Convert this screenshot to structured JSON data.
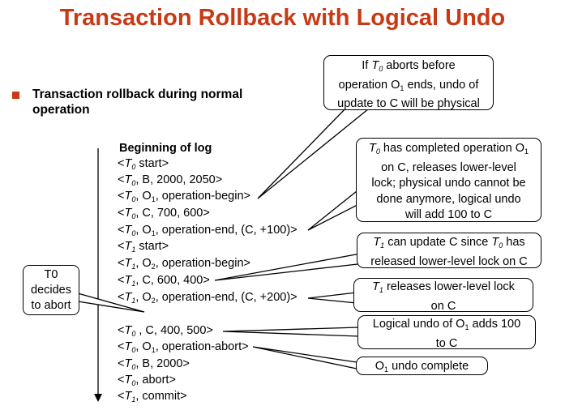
{
  "title": "Transaction Rollback with Logical Undo",
  "bullet": "Transaction rollback during normal operation",
  "log_heading": "Beginning of log",
  "log": [
    {
      "t": "0",
      "text": " start>"
    },
    {
      "t": "0",
      "text": ", B, 2000, 2050>"
    },
    {
      "t": "0",
      "text": ", O₁, operation-begin>"
    },
    {
      "t": "0",
      "text": ", C, 700, 600>"
    },
    {
      "t": "0",
      "text": ", O₁, operation-end, (C, +100)>"
    },
    {
      "t": "1",
      "text": " start>"
    },
    {
      "t": "1",
      "text": ", O₂, operation-begin>"
    },
    {
      "t": "1",
      "text": ", C, 600, 400>"
    },
    {
      "t": "1",
      "text": ", O₂, operation-end, (C, +200)>"
    },
    {
      "t": "0",
      "text": " , C, 400, 500>"
    },
    {
      "t": "0",
      "text": ", O₁, operation-abort>"
    },
    {
      "t": "0",
      "text": ", B, 2000>"
    },
    {
      "t": "0",
      "text": ", abort>"
    },
    {
      "t": "1",
      "text": ", commit>"
    }
  ],
  "t0_box": [
    "T0",
    "decides",
    "to abort"
  ],
  "callouts": {
    "c1": [
      "If T₀ aborts before",
      "operation O₁ ends, undo of",
      "update to C will be physical"
    ],
    "c2": [
      "T₀ has completed operation O₁",
      "on C, releases lower-level",
      "lock; physical undo cannot be",
      "done anymore, logical undo",
      "will add 100 to C"
    ],
    "c3": [
      "T₁ can update C since T₀ has",
      "released lower-level lock on C"
    ],
    "c4": [
      "T₁ releases lower-level lock",
      "on C"
    ],
    "c5": [
      "Logical undo of O₁ adds 100",
      "to C"
    ],
    "c6": [
      "O₁ undo complete"
    ]
  }
}
